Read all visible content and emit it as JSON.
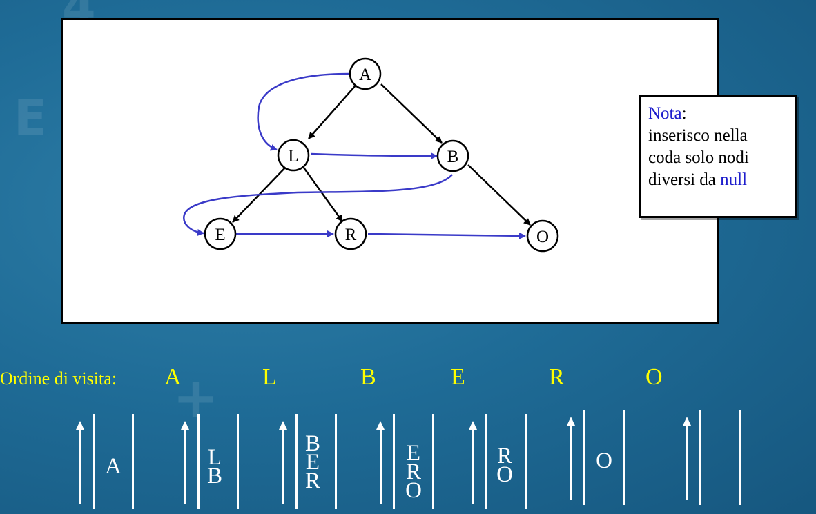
{
  "graph": {
    "nodes": [
      {
        "id": "A",
        "label": "A"
      },
      {
        "id": "L",
        "label": "L"
      },
      {
        "id": "B",
        "label": "B"
      },
      {
        "id": "E",
        "label": "E"
      },
      {
        "id": "R",
        "label": "R"
      },
      {
        "id": "O",
        "label": "O"
      }
    ],
    "tree_edges": [
      [
        "A",
        "L"
      ],
      [
        "A",
        "B"
      ],
      [
        "L",
        "E"
      ],
      [
        "L",
        "R"
      ],
      [
        "B",
        "O"
      ]
    ],
    "visit_order_edges": [
      [
        "A",
        "L"
      ],
      [
        "L",
        "B"
      ],
      [
        "B",
        "E"
      ],
      [
        "E",
        "R"
      ],
      [
        "R",
        "O"
      ]
    ],
    "colors": {
      "tree_edge": "#000000",
      "order_edge": "#3a3ac8"
    }
  },
  "note": {
    "title": "Nota",
    "line1": "inserisco nella",
    "line2": "coda solo nodi",
    "line3_prefix": "diversi da",
    "line3_keyword": "null"
  },
  "visit": {
    "label": "Ordine di visita:",
    "order": [
      "A",
      "L",
      "B",
      "E",
      "R",
      "O"
    ]
  },
  "queues": [
    {
      "items": [
        "A"
      ]
    },
    {
      "items": [
        "L",
        "B"
      ]
    },
    {
      "items": [
        "B",
        "E",
        "R"
      ]
    },
    {
      "items": [
        "E",
        "R",
        "O"
      ]
    },
    {
      "items": [
        "R",
        "O"
      ]
    },
    {
      "items": [
        "O"
      ]
    },
    {
      "items": []
    }
  ],
  "colors": {
    "accent_text": "#ffff00",
    "note_keyword": "#1d1dcc",
    "background": "#1f6c97"
  }
}
